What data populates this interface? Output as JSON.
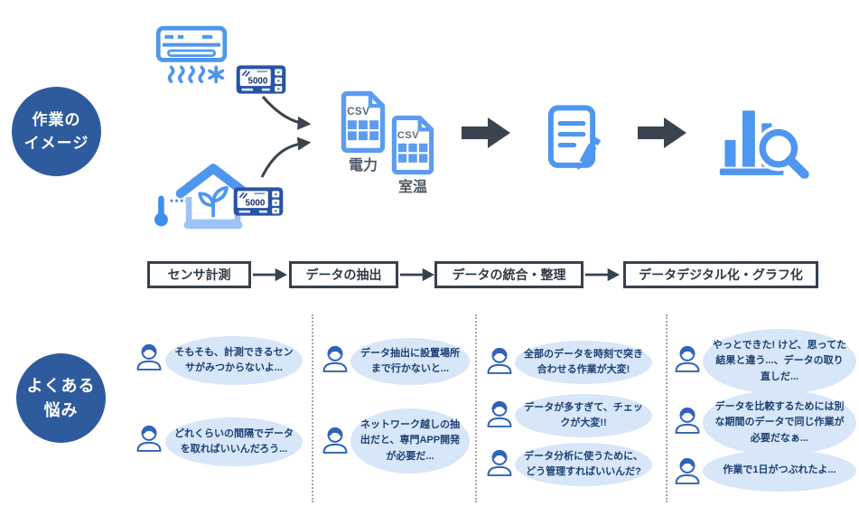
{
  "work_section": {
    "badge_line1": "作業の",
    "badge_line2": "イメージ",
    "meter_value": "5000",
    "csv_label": "CSV",
    "csv_captions": {
      "power": "電力",
      "room_temp": "室温"
    }
  },
  "process_steps": [
    {
      "label": "センサ計測"
    },
    {
      "label": "データの抽出"
    },
    {
      "label": "データの統合・整理"
    },
    {
      "label": "データデジタル化・グラフ化"
    }
  ],
  "troubles_section": {
    "badge_line1": "よくある",
    "badge_line2": "悩み",
    "columns": [
      {
        "bubbles": [
          "そもそも、計測できるセンサがみつからないよ...",
          "どれくらいの間隔でデータを取ればいいんだろう..."
        ]
      },
      {
        "bubbles": [
          "データ抽出に設置場所まで行かないと...",
          "ネットワーク越しの抽出だと、専門APP開発が必要だ..."
        ]
      },
      {
        "bubbles": [
          "全部のデータを時刻で突き合わせる作業が大変!",
          "データが多すぎて、チェックが大変!!",
          "データ分析に使うために、どう管理すればいいんだ?"
        ]
      },
      {
        "bubbles": [
          "やっとできた! けど、思ってた結果と違う...、データの取り直しだ...",
          "データを比較するためには別な期間のデータで同じ作業が必要だなぁ...",
          "作業で1日がつぶれたよ..."
        ]
      }
    ]
  },
  "colors": {
    "badge_blue": "#2d5b9e",
    "icon_blue": "#4f96f0",
    "meter_blue": "#2653a6",
    "dark_arrow": "#3a444f",
    "bubble_bg": "#d7e6f8",
    "bubble_text": "#1d3f72"
  }
}
